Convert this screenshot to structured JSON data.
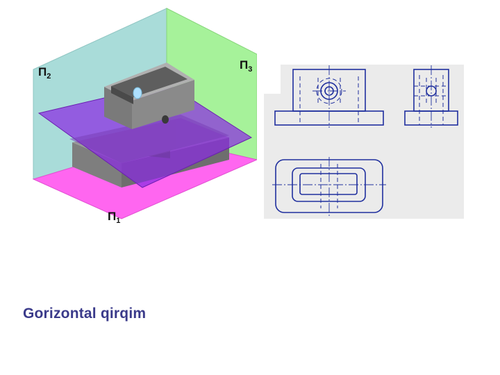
{
  "planes": {
    "p2": {
      "letter": "П",
      "index": "2"
    },
    "p3": {
      "letter": "П",
      "index": "3"
    },
    "p1": {
      "letter": "П",
      "index": "1"
    }
  },
  "caption": "Gorizontal qirqim",
  "colors": {
    "frontal_plane": "#a9dcd9",
    "profile_plane": "#a6f29a",
    "horizontal_plane": "#ff66f0",
    "cutting_plane": "#8a2be2",
    "object_gray": "#8c8c8c",
    "drawing_line": "#1f2f9e",
    "drawing_panel": "#ebebeb",
    "caption": "#3a3a8a"
  }
}
